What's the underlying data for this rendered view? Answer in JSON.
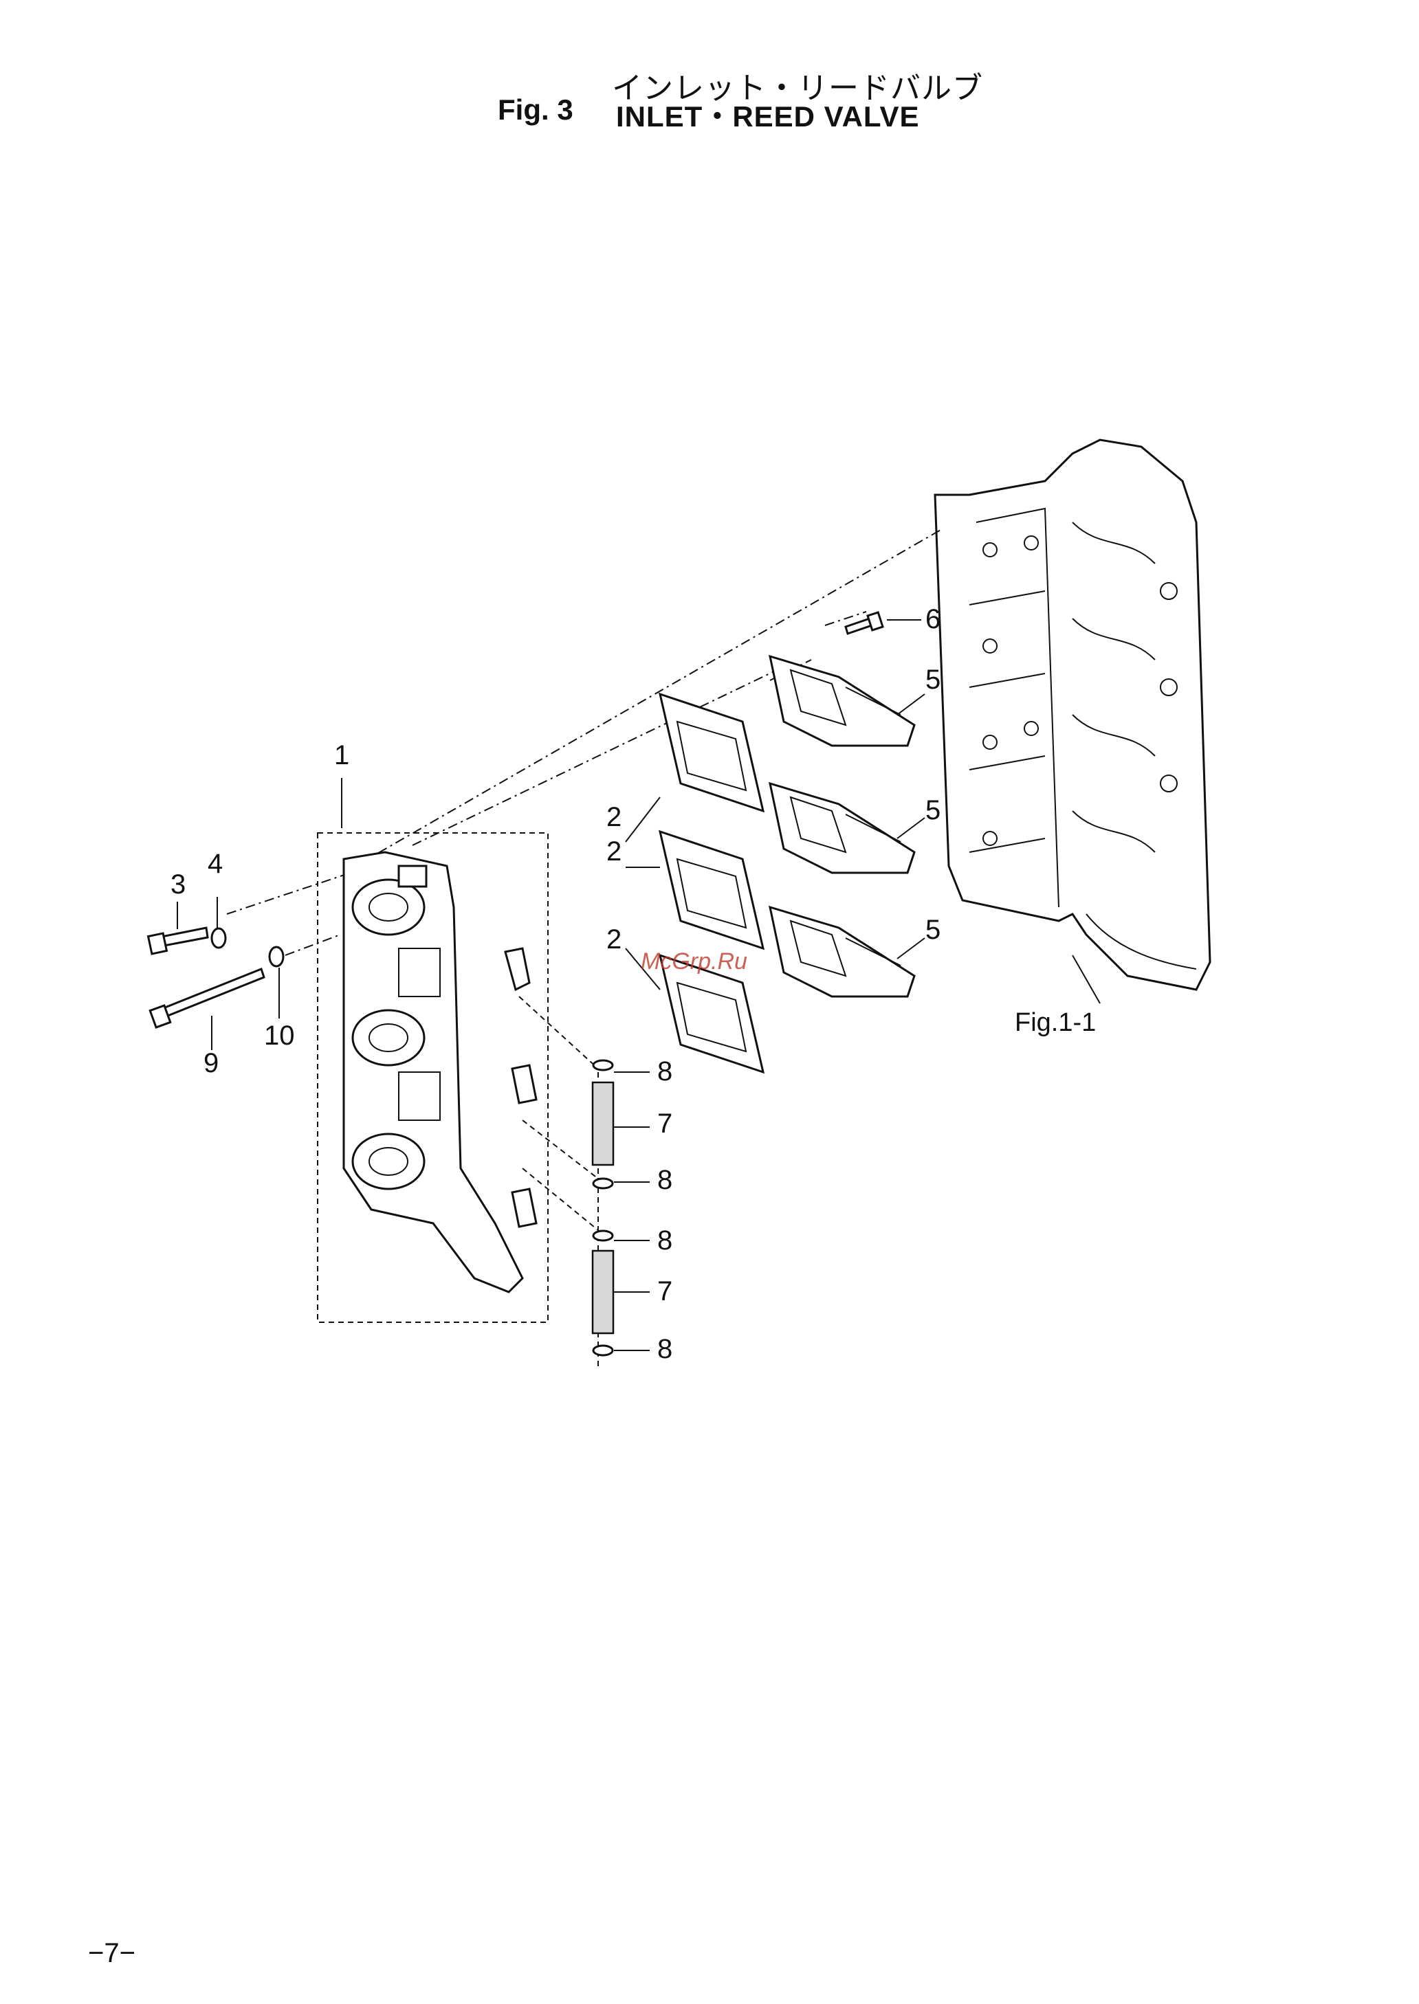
{
  "header": {
    "title_jp": "インレット・リードバルブ",
    "fig_label": "Fig. 3",
    "fig_title": "INLET・REED VALVE"
  },
  "callouts": {
    "c1": "1",
    "c2a": "2",
    "c2b": "2",
    "c2c": "2",
    "c3": "3",
    "c4": "4",
    "c5a": "5",
    "c5b": "5",
    "c5c": "5",
    "c6": "6",
    "c7a": "7",
    "c7b": "7",
    "c8a": "8",
    "c8b": "8",
    "c8c": "8",
    "c8d": "8",
    "c9": "9",
    "c10": "10"
  },
  "reference": "Fig.1-1",
  "watermark": "McGrp.Ru",
  "page_number": "−7−"
}
